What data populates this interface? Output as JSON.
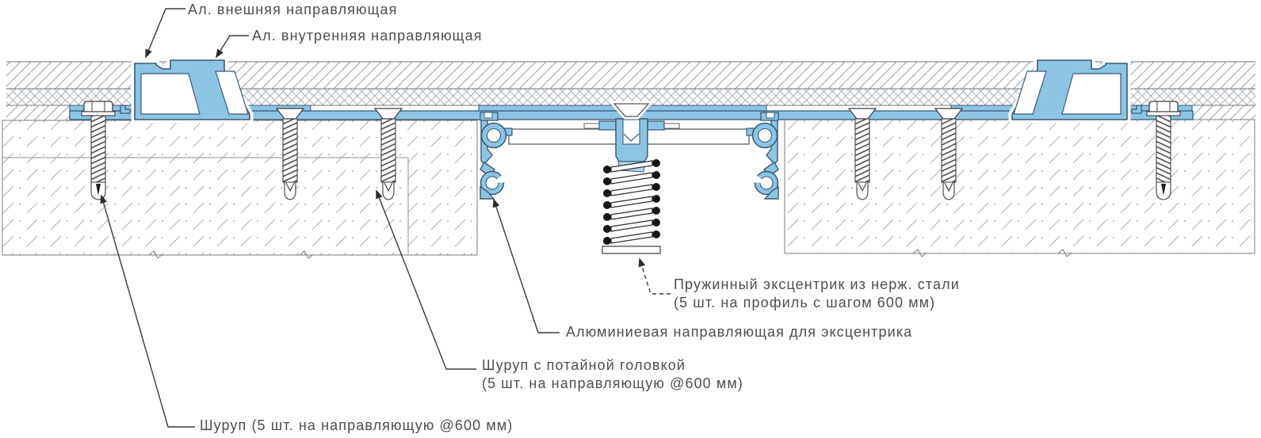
{
  "drawing": {
    "title_hint": "Section detail of aluminium guide rails with spring eccentric",
    "callouts": {
      "outer_guide": {
        "text": "Ал. внешняя направляющая"
      },
      "inner_guide": {
        "text": "Ал. внутренняя направляющая"
      },
      "spring_eccentric": {
        "line1": "Пружинный эксцентрик из нерж. стали",
        "line2": "(5 шт. на профиль с шагом 600 мм)"
      },
      "eccentric_guide": {
        "text": "Алюминиевая направляющая для эксцентрика"
      },
      "countersunk_screw": {
        "line1": "Шуруп с потайной головкой",
        "line2": "(5 шт. на направляющую @600 мм)"
      },
      "screw": {
        "text": "Шуруп (5 шт. на направляющую @600 мм)"
      }
    },
    "colors": {
      "aluminum": "#8CC4E4",
      "aluminum_light": "#B7DAEE",
      "profile_outline": "#3A5B74",
      "leader_line": "#3a3a3a",
      "hatch": "#99a1a8",
      "substrate_hatch": "#aab1b7",
      "text": "#4E4E4E"
    }
  }
}
